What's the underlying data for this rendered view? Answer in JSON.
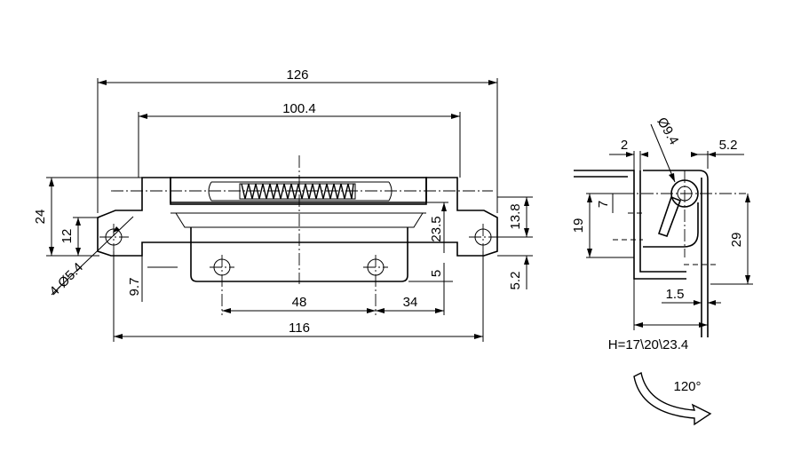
{
  "front_view": {
    "dim_126": "126",
    "dim_100_4": "100.4",
    "dim_24": "24",
    "dim_12": "12",
    "dim_holes": "4-Ø5.4",
    "dim_9_7": "9.7",
    "dim_48": "48",
    "dim_34": "34",
    "dim_116": "116",
    "dim_23_5": "23.5",
    "dim_13_8": "13.8",
    "dim_5": "5",
    "dim_5_2": "5.2"
  },
  "side_view": {
    "dim_2": "2",
    "dim_dia_9_4": "Ø9.4",
    "dim_5_2": "5.2",
    "dim_7": "7",
    "dim_19": "19",
    "dim_29": "29",
    "dim_1_5": "1.5",
    "height_note": "H=17\\20\\23.4",
    "rotation": "120°"
  }
}
